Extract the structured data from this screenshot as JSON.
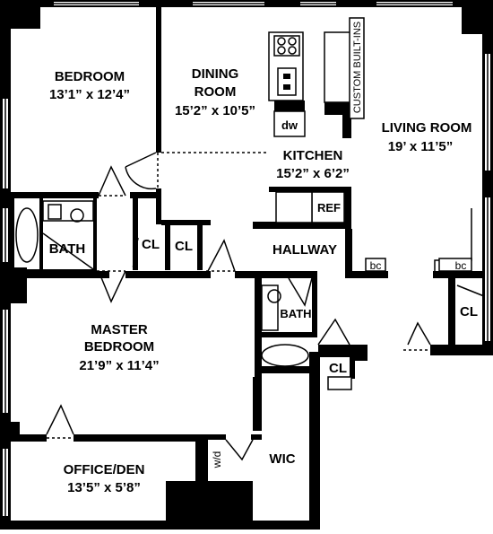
{
  "rooms": {
    "bedroom": {
      "name": "BEDROOM",
      "dims": "13’1” x 12’4”"
    },
    "dining": {
      "name1": "DINING",
      "name2": "ROOM",
      "dims": "15’2” x 10’5”"
    },
    "kitchen": {
      "name": "KITCHEN",
      "dims": "15’2” x 6’2”"
    },
    "living": {
      "name": "LIVING ROOM",
      "dims": "19’ x 11’5”"
    },
    "bath1": {
      "name": "BATH"
    },
    "bath2": {
      "name": "BATH"
    },
    "hallway": {
      "name": "HALLWAY"
    },
    "master": {
      "name1": "MASTER",
      "name2": "BEDROOM",
      "dims": "21’9” x 11’4”"
    },
    "office": {
      "name": "OFFICE/DEN",
      "dims": "13’5” x 5’8”"
    },
    "wic": {
      "name": "WIC"
    }
  },
  "labels": {
    "cl1": "CL",
    "cl2": "CL",
    "cl3": "CL",
    "cl4": "CL",
    "dw": "dw",
    "ref": "REF",
    "wd": "w/d",
    "bc1": "bc",
    "bc2": "bc",
    "builtins": "CUSTOM BUILT-INS"
  }
}
